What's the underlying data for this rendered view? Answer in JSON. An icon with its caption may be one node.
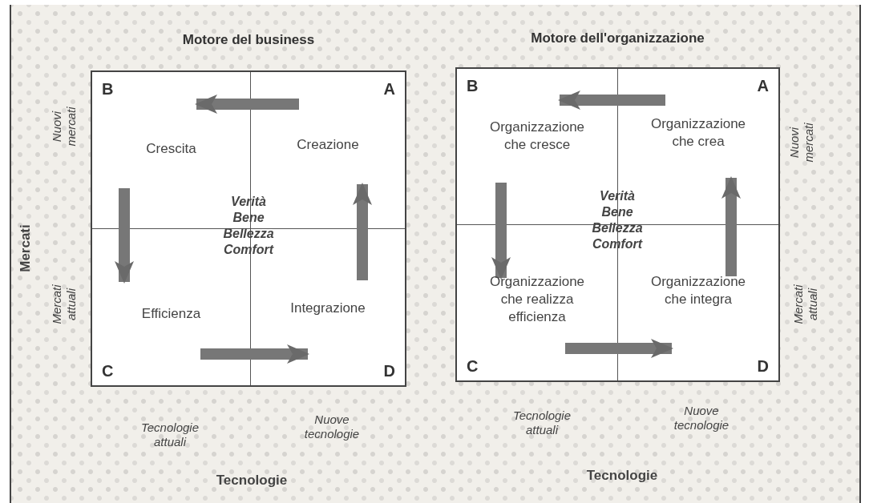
{
  "diagram": {
    "nodes": [
      {
        "text": [
          "Motore del business"
        ]
      },
      {
        "text": [
          "A",
          "Creazione"
        ],
        "in": 0
      },
      {
        "text": [
          "B",
          "Crescita"
        ],
        "in": 0
      },
      {
        "text": [
          "Efficienza",
          "C"
        ],
        "in": 0
      },
      {
        "text": [
          "Integrazione",
          "D"
        ],
        "in": 0
      },
      {
        "text": [
          "Motore dell'organizzazione"
        ]
      },
      {
        "text": [
          "A",
          "Organizzazione che crea"
        ],
        "in": 5
      },
      {
        "text": [
          "B",
          "Organizzazione che cresce"
        ],
        "in": 5
      },
      {
        "text": [
          "Organizzazione che realizza efficienza",
          "C"
        ],
        "in": 5
      },
      {
        "text": [
          "Organizzazione che integra",
          "D"
        ],
        "in": 5
      }
    ],
    "edges": [
      {
        "from": 1,
        "to": 2,
        "arrow": "to"
      },
      {
        "from": 2,
        "to": 3,
        "arrow": "to"
      },
      {
        "from": 3,
        "to": 4,
        "arrow": "to"
      },
      {
        "from": 4,
        "to": 1,
        "arrow": "to"
      },
      {
        "from": 6,
        "to": 7,
        "arrow": "to"
      },
      {
        "from": 7,
        "to": 8,
        "arrow": "to"
      },
      {
        "from": 8,
        "to": 9,
        "arrow": "to"
      },
      {
        "from": 9,
        "to": 6,
        "arrow": "to"
      }
    ],
    "labels": [
      "Mercati",
      "Nuovi mercati",
      "Verità Bene Bellezza Comfort",
      "Mercati attuali",
      "Tecnologie attuali",
      "Nuove tecnologie",
      "Tecnologie",
      "Nuovi mercati",
      "Verità Bene Bellezza Comfort",
      "Mercati attuali",
      "Tecnologie attuali",
      "Nuove tecnologie",
      "Tecnologie"
    ]
  }
}
